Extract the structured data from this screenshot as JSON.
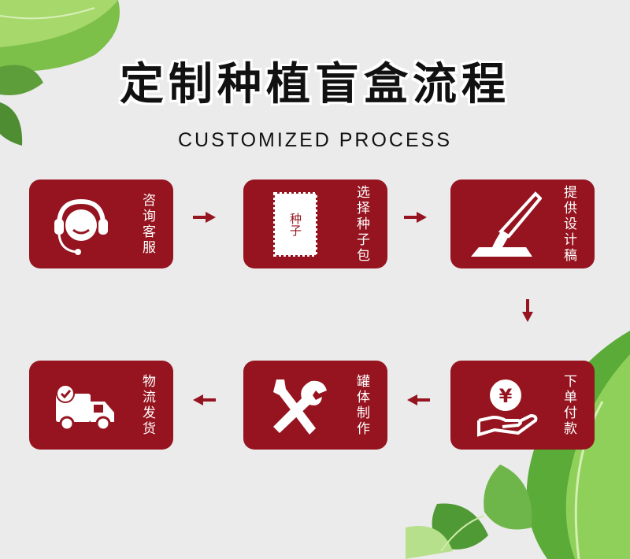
{
  "title": "定制种植盲盒流程",
  "subtitle": "CUSTOMIZED PROCESS",
  "steps": [
    {
      "label": "咨询客服",
      "icon": "headset-agent-icon"
    },
    {
      "label": "选择种子包",
      "icon": "seed-packet-icon",
      "packet_text": "种子"
    },
    {
      "label": "提供设计稿",
      "icon": "pen-nib-icon"
    },
    {
      "label": "下单付款",
      "icon": "yuan-hand-icon",
      "coin_text": "¥"
    },
    {
      "label": "罐体制作",
      "icon": "tools-icon"
    },
    {
      "label": "物流发货",
      "icon": "delivery-truck-icon"
    }
  ],
  "colors": {
    "card": "#95141f",
    "arrow": "#95141f",
    "background": "#ebebeb"
  }
}
